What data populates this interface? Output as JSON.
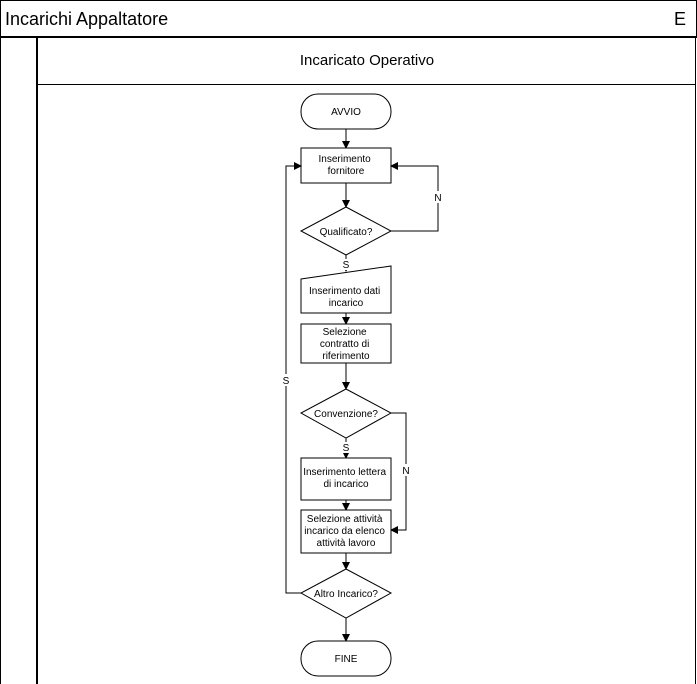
{
  "header": {
    "title": "Incarichi Appaltatore",
    "letter": "E"
  },
  "lane": {
    "title": "Incaricato Operativo"
  },
  "nodes": {
    "start": "AVVIO",
    "supplier_entry": [
      "Inserimento",
      "fornitore"
    ],
    "qualified": "Qualificato?",
    "assignment_data": [
      "Inserimento dati",
      "incarico"
    ],
    "contract_select": [
      "Selezione",
      "contratto di",
      "riferimento"
    ],
    "convention": "Convenzione?",
    "letter_entry": [
      "Inserimento lettera",
      "di incarico"
    ],
    "activity_select": [
      "Selezione attività",
      "incarico da elenco",
      "attività lavoro"
    ],
    "another": "Altro Incarico?",
    "end": "FINE"
  },
  "edges": {
    "yes": "S",
    "no": "N"
  }
}
